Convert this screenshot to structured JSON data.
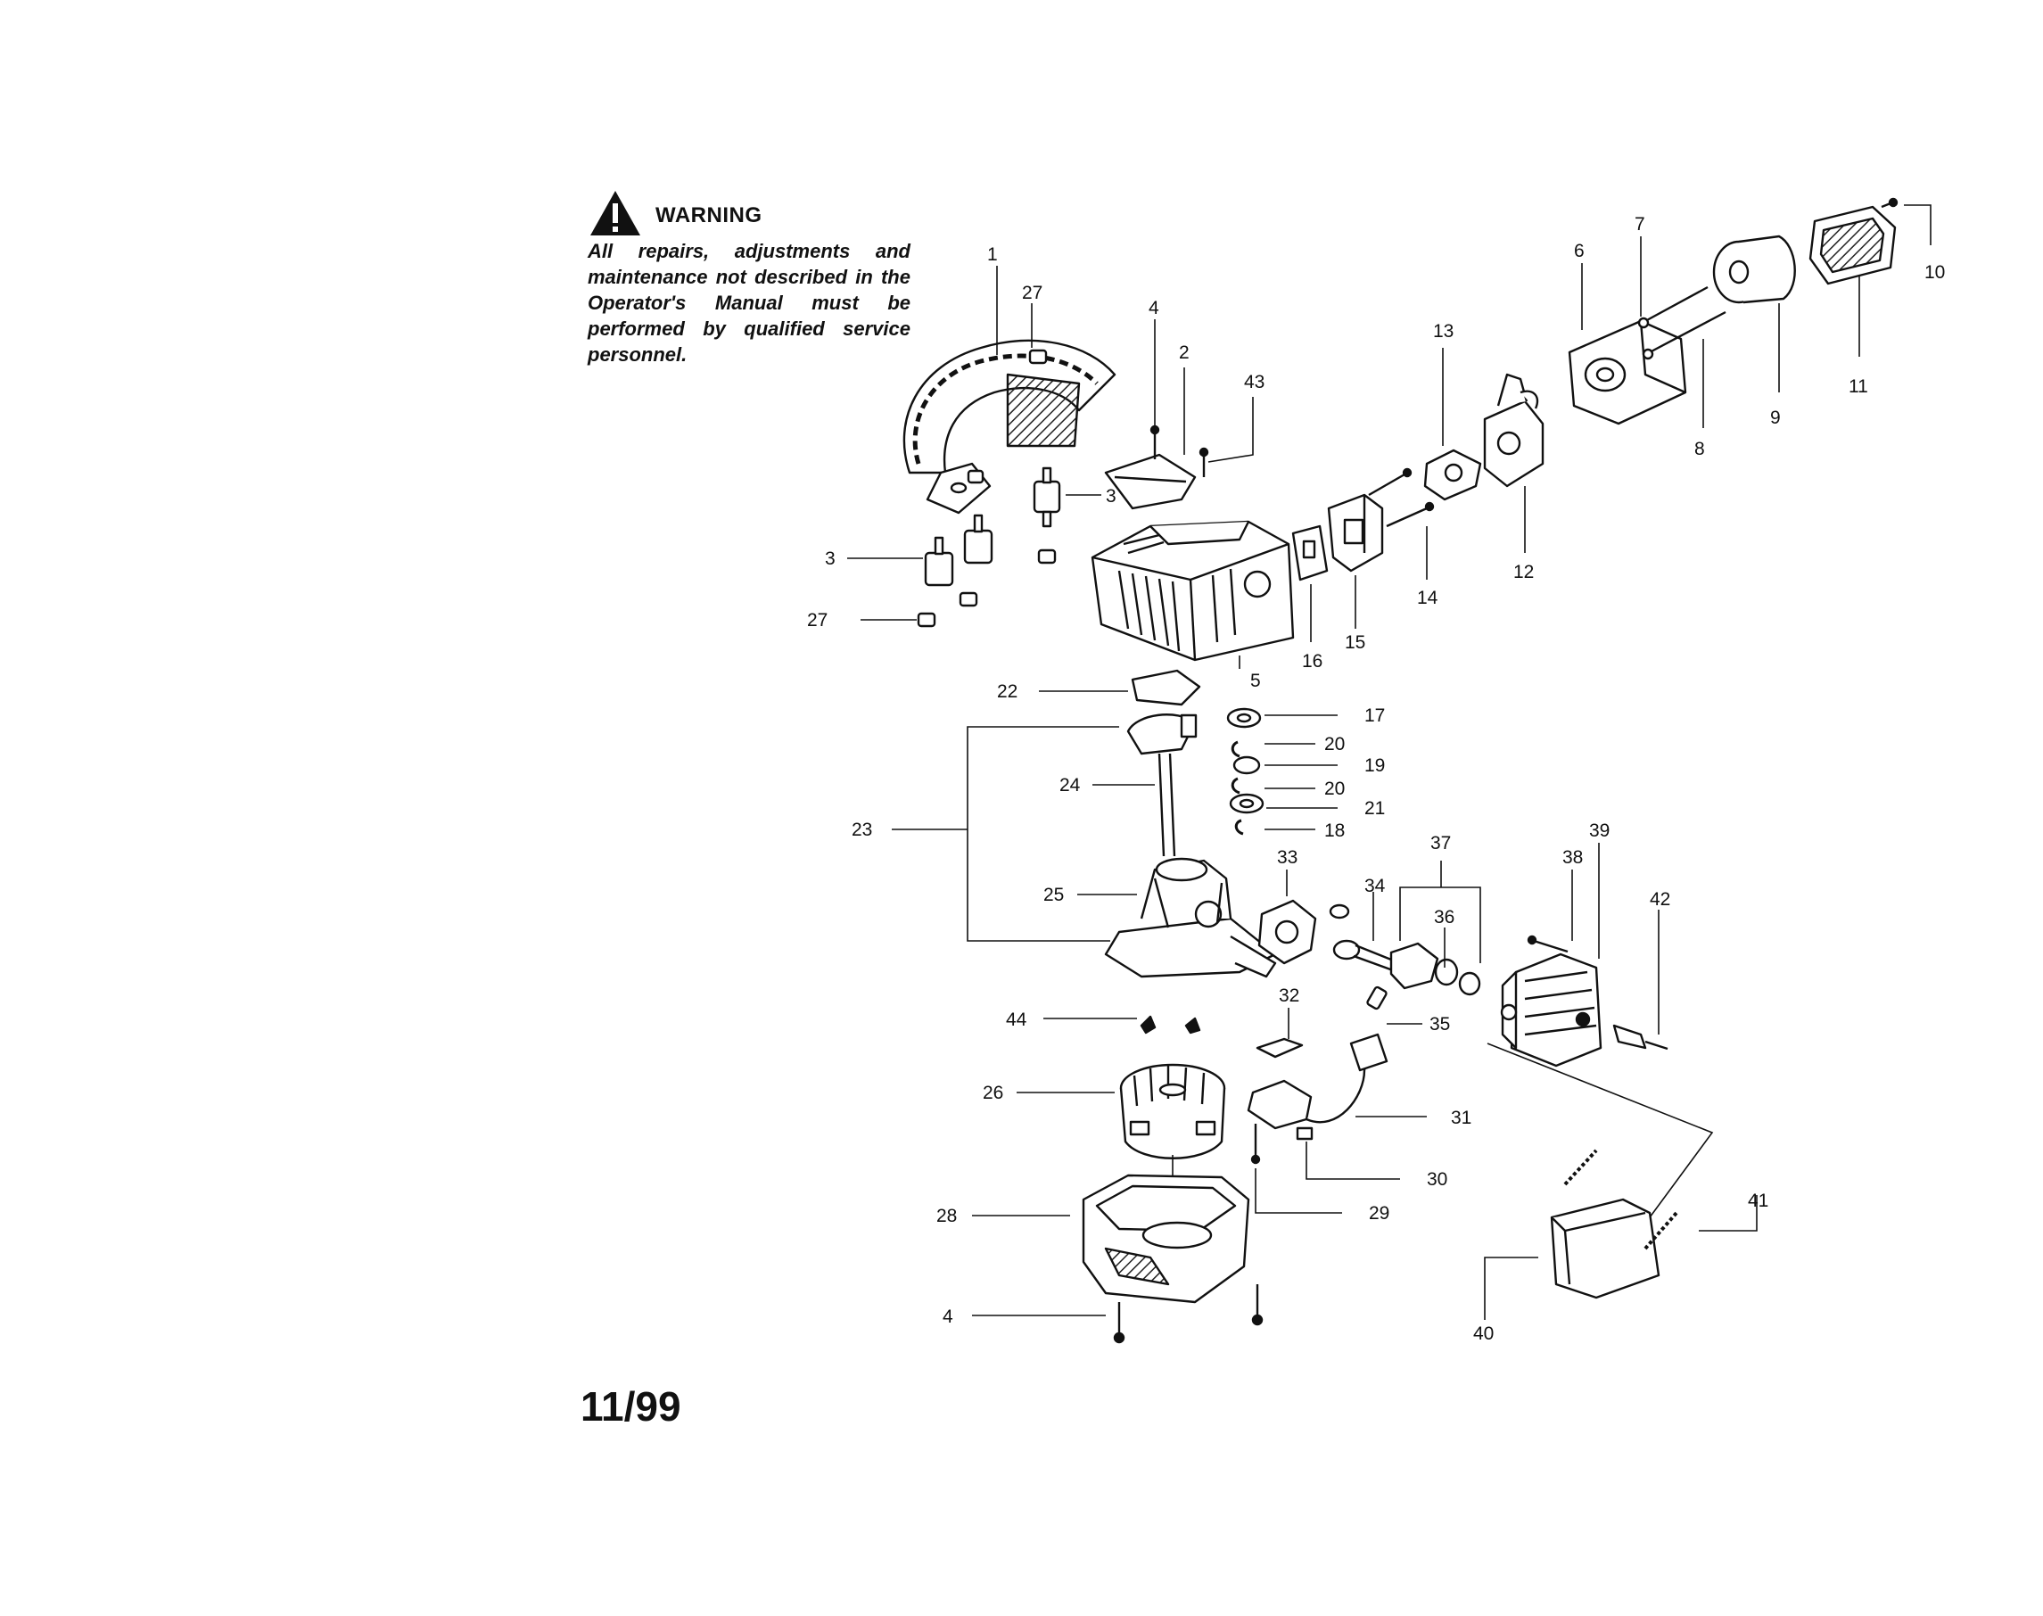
{
  "warning": {
    "title": "WARNING",
    "text": "All repairs, adjustments and maintenance not described in the Operator's Manual must be performed by qualified service personnel."
  },
  "date_code": "11/99",
  "callouts": [
    "1",
    "2",
    "3",
    "3",
    "4",
    "4",
    "5",
    "6",
    "7",
    "8",
    "9",
    "10",
    "11",
    "12",
    "13",
    "14",
    "15",
    "16",
    "17",
    "18",
    "19",
    "20",
    "20",
    "21",
    "22",
    "23",
    "24",
    "25",
    "26",
    "27",
    "27",
    "28",
    "29",
    "30",
    "31",
    "32",
    "33",
    "34",
    "35",
    "36",
    "37",
    "38",
    "39",
    "40",
    "41",
    "42",
    "43",
    "44"
  ]
}
